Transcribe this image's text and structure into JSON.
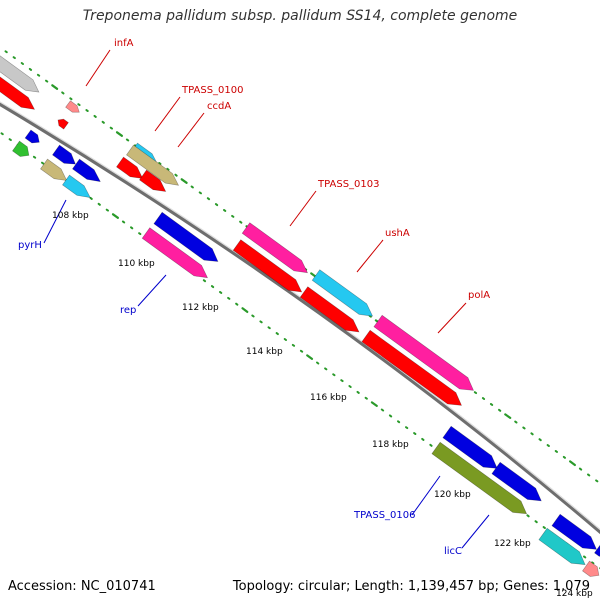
{
  "title": "Treponema pallidum subsp. pallidum SS14, complete genome",
  "footer": {
    "accession": "Accession: NC_010741",
    "summary": "Topology: circular; Length: 1,139,457 bp; Genes: 1,079"
  },
  "colors": {
    "backbone": "#8c8c8c",
    "tick": "#2a9a2a",
    "label_red": "#cc0000",
    "label_blue": "#0000cc",
    "red": "#ff0000",
    "blue": "#0000e0",
    "pink": "#ff1fa0",
    "cyan": "#25c8f0",
    "tan": "#c8b878",
    "olive": "#7a9a22",
    "teal": "#20c8c8",
    "grey": "#c8c8c8",
    "green": "#30c030",
    "lightred": "#ff8a8a"
  },
  "scale_labels": [
    "108 kbp",
    "110 kbp",
    "112 kbp",
    "114 kbp",
    "116 kbp",
    "118 kbp",
    "120 kbp",
    "122 kbp",
    "124 kbp"
  ],
  "gene_labels": [
    {
      "text": "infA",
      "color": "red"
    },
    {
      "text": "TPASS_0100",
      "color": "red"
    },
    {
      "text": "ccdA",
      "color": "red"
    },
    {
      "text": "TPASS_0103",
      "color": "red"
    },
    {
      "text": "ushA",
      "color": "red"
    },
    {
      "text": "polA",
      "color": "red"
    },
    {
      "text": "pyrH",
      "color": "blue"
    },
    {
      "text": "rep",
      "color": "blue"
    },
    {
      "text": "TPASS_0106",
      "color": "blue"
    },
    {
      "text": "licC",
      "color": "blue"
    }
  ]
}
